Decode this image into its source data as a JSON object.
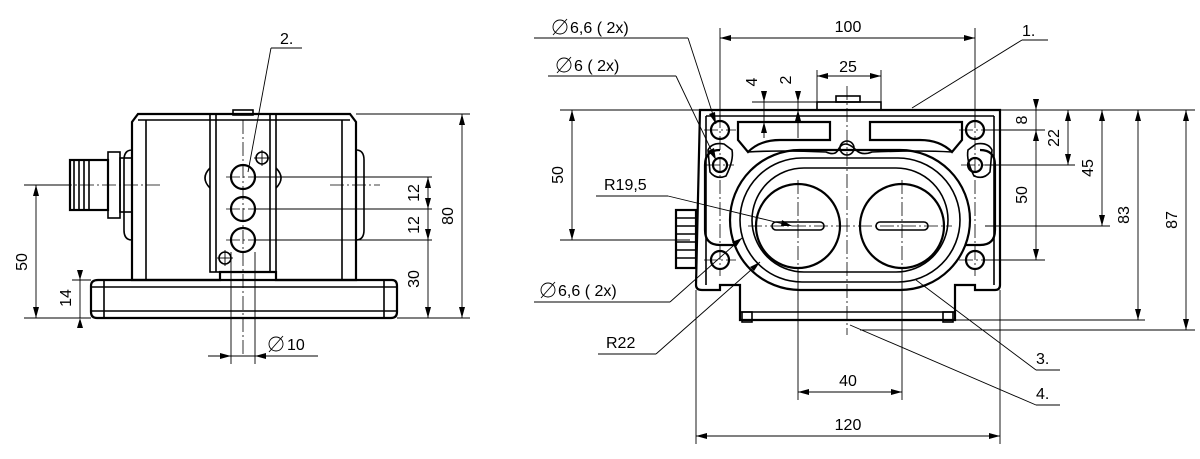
{
  "labels": {
    "callout_1": "1.",
    "callout_2": "2.",
    "callout_3": "3.",
    "callout_4": "4.",
    "hole_66_top": "6,6  ( 2x)",
    "hole_6": "6  ( 2x)",
    "hole_66_bottom": "6,6  ( 2x)",
    "dia_10": "10",
    "radius_195": "R19,5",
    "radius_22": "R22"
  },
  "side_view": {
    "dim_50": "50",
    "dim_14": "14",
    "dim_12_a": "12",
    "dim_12_b": "12",
    "dim_30": "30",
    "dim_80": "80"
  },
  "front_view": {
    "dim_100": "100",
    "dim_25": "25",
    "dim_4": "4",
    "dim_2": "2",
    "dim_50_left": "50",
    "dim_8": "8",
    "dim_22": "22",
    "dim_45": "45",
    "dim_50_right": "50",
    "dim_83": "83",
    "dim_87": "87",
    "dim_40": "40",
    "dim_120": "120"
  }
}
